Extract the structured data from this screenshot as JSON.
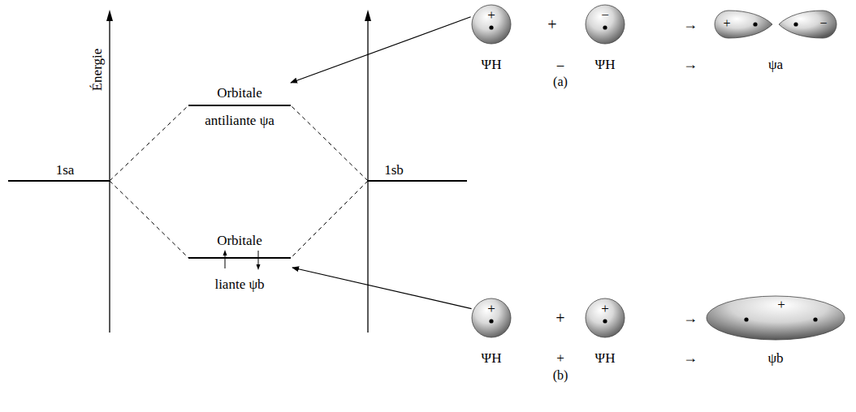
{
  "diagram": {
    "nodes": [
      {
        "text": [
          "Orbitale",
          "antiliante ψa"
        ]
      },
      {
        "text": [
          "+"
        ]
      },
      {
        "text": [
          "−"
        ]
      },
      {
        "text": [
          "+"
        ]
      },
      {
        "text": [
          "−"
        ]
      },
      {
        "text": [
          "1sa"
        ]
      },
      {
        "text": [
          "1sb"
        ]
      },
      {
        "text": [
          "Orbitale",
          "liante ψb"
        ]
      },
      {
        "text": [
          "+"
        ]
      },
      {
        "text": [
          "+"
        ]
      },
      {
        "text": [
          "+"
        ]
      }
    ],
    "edges": [
      {
        "from": 5,
        "to": 0,
        "arrow": "none"
      },
      {
        "from": 5,
        "to": 7,
        "arrow": "none"
      },
      {
        "from": 6,
        "to": 0,
        "arrow": "none"
      },
      {
        "from": 6,
        "to": 7,
        "arrow": "none"
      },
      {
        "from": 1,
        "to": 0,
        "arrow": "to"
      },
      {
        "from": 8,
        "to": 7,
        "arrow": "to"
      }
    ],
    "labels": [
      "Énergie",
      "+",
      "→",
      "ΨH",
      "–",
      "ΨH",
      "(a)",
      "→",
      "ψa",
      "+",
      "→",
      "ΨH",
      "+",
      "ΨH",
      "→",
      "ψb",
      "(b)"
    ]
  }
}
